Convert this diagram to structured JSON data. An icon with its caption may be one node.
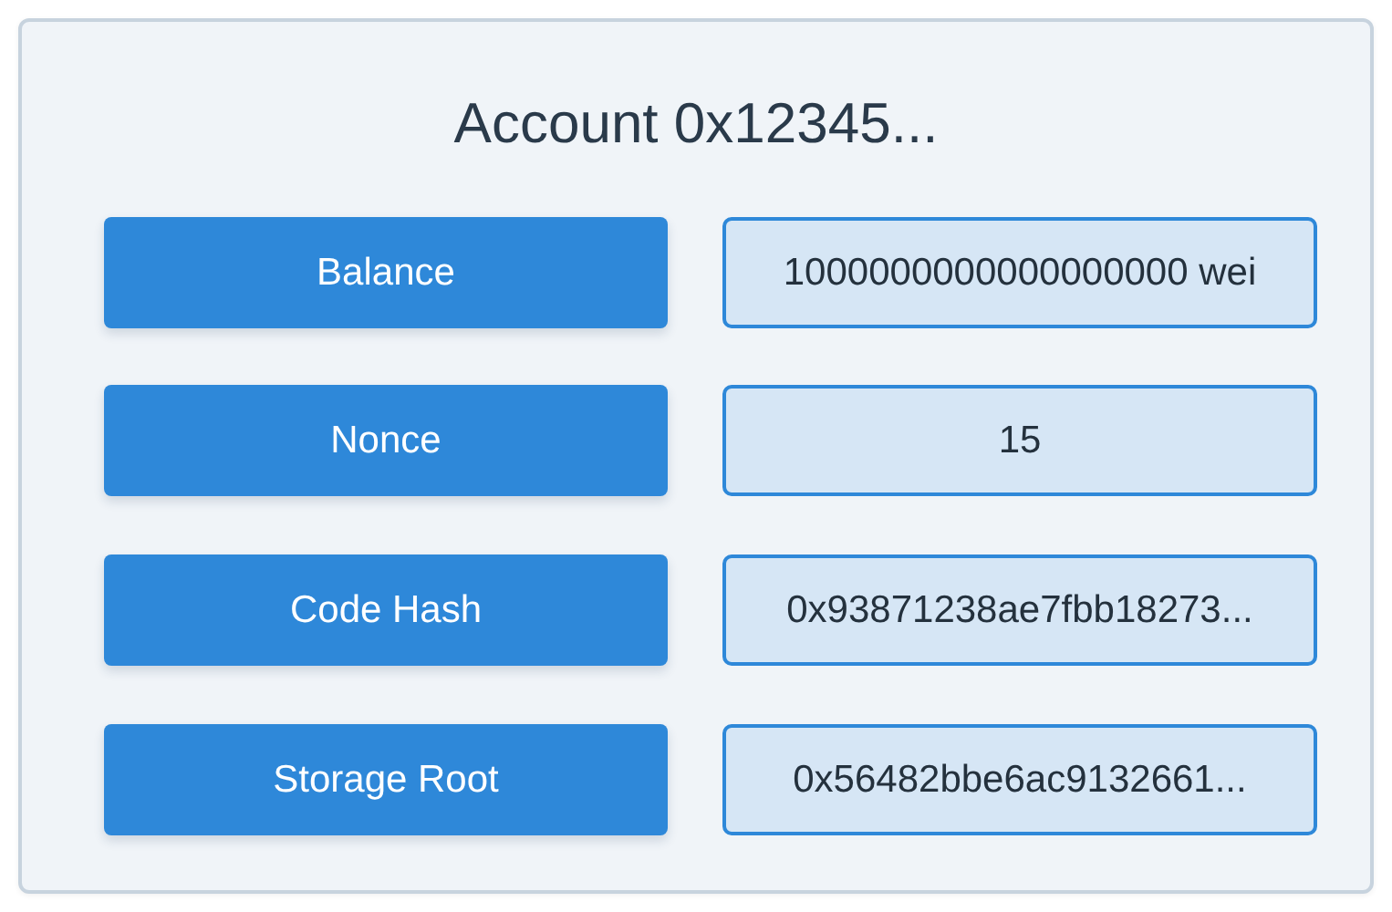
{
  "diagram": {
    "nodes": [
      {
        "text": [
          "Account 0x12345..."
        ]
      },
      {
        "text": [
          "Balance"
        ],
        "in": 0
      },
      {
        "text": [
          "1000000000000000000 wei"
        ],
        "in": 0
      },
      {
        "text": [
          "Nonce"
        ],
        "in": 0
      },
      {
        "text": [
          "15"
        ],
        "in": 0
      },
      {
        "text": [
          "Code Hash"
        ],
        "in": 0
      },
      {
        "text": [
          "0x93871238ae7fbb18273..."
        ],
        "in": 0
      },
      {
        "text": [
          "Storage Root"
        ],
        "in": 0
      },
      {
        "text": [
          "0x56482bbe6ac9132661..."
        ],
        "in": 0
      }
    ]
  }
}
